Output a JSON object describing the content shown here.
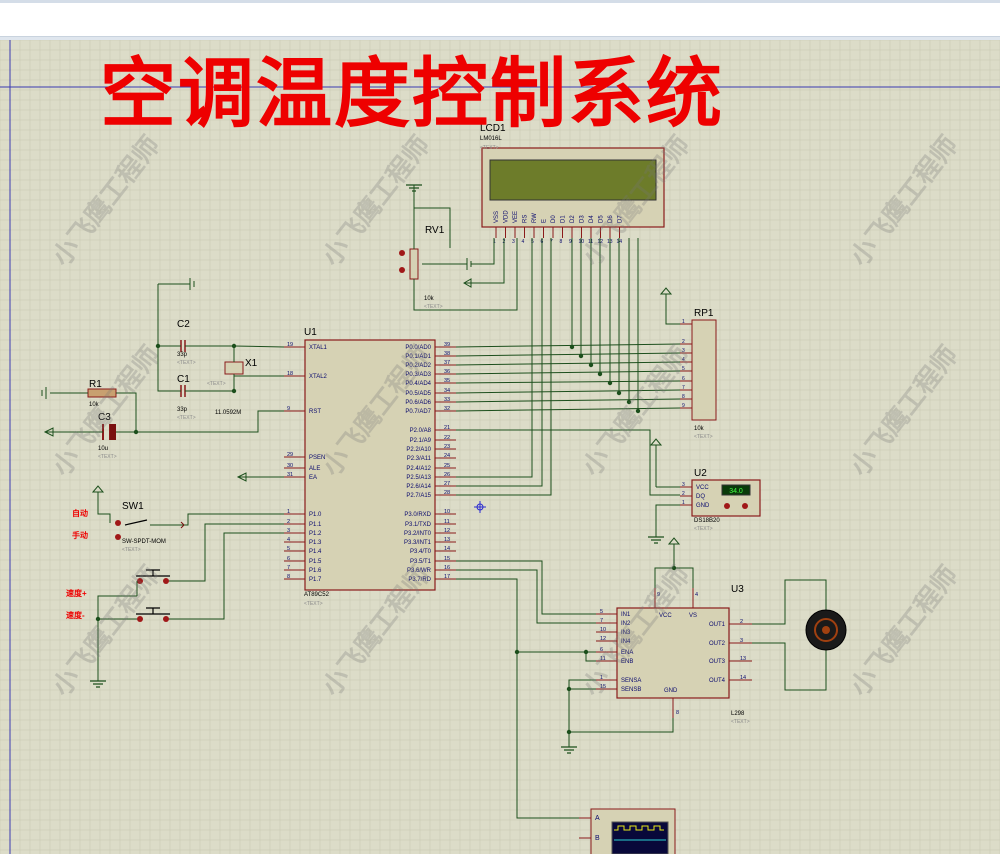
{
  "title": "空调温度控制系统",
  "watermark": "小飞鹰工程师",
  "text_placeholder": "<TEXT>",
  "components": {
    "lcd": {
      "ref": "LCD1",
      "part": "LM016L",
      "pins": [
        "VSS",
        "VDD",
        "VEE",
        "RS",
        "RW",
        "E",
        "D0",
        "D1",
        "D2",
        "D3",
        "D4",
        "D5",
        "D6",
        "D7"
      ],
      "pin_numbers": [
        "1",
        "2",
        "3",
        "4",
        "5",
        "6",
        "7",
        "8",
        "9",
        "10",
        "11",
        "12",
        "13",
        "14"
      ]
    },
    "rv1": {
      "ref": "RV1",
      "value": "10k"
    },
    "rp1": {
      "ref": "RP1",
      "value": "10k",
      "pin_numbers": [
        "1",
        "2",
        "3",
        "4",
        "5",
        "6",
        "7",
        "8",
        "9"
      ]
    },
    "u1": {
      "ref": "U1",
      "part": "AT89C52",
      "left_pins": [
        {
          "num": "19",
          "name": "XTAL1"
        },
        {
          "num": "18",
          "name": "XTAL2"
        },
        {
          "num": "9",
          "name": "RST"
        },
        {
          "num": "29",
          "name": "PSEN"
        },
        {
          "num": "30",
          "name": "ALE"
        },
        {
          "num": "31",
          "name": "EA"
        },
        {
          "num": "1",
          "name": "P1.0"
        },
        {
          "num": "2",
          "name": "P1.1"
        },
        {
          "num": "3",
          "name": "P1.2"
        },
        {
          "num": "4",
          "name": "P1.3"
        },
        {
          "num": "5",
          "name": "P1.4"
        },
        {
          "num": "6",
          "name": "P1.5"
        },
        {
          "num": "7",
          "name": "P1.6"
        },
        {
          "num": "8",
          "name": "P1.7"
        }
      ],
      "right_pins": [
        {
          "num": "39",
          "name": "P0.0/AD0"
        },
        {
          "num": "38",
          "name": "P0.1/AD1"
        },
        {
          "num": "37",
          "name": "P0.2/AD2"
        },
        {
          "num": "36",
          "name": "P0.3/AD3"
        },
        {
          "num": "35",
          "name": "P0.4/AD4"
        },
        {
          "num": "34",
          "name": "P0.5/AD5"
        },
        {
          "num": "33",
          "name": "P0.6/AD6"
        },
        {
          "num": "32",
          "name": "P0.7/AD7"
        },
        {
          "num": "21",
          "name": "P2.0/A8"
        },
        {
          "num": "22",
          "name": "P2.1/A9"
        },
        {
          "num": "23",
          "name": "P2.2/A10"
        },
        {
          "num": "24",
          "name": "P2.3/A11"
        },
        {
          "num": "25",
          "name": "P2.4/A12"
        },
        {
          "num": "26",
          "name": "P2.5/A13"
        },
        {
          "num": "27",
          "name": "P2.6/A14"
        },
        {
          "num": "28",
          "name": "P2.7/A15"
        },
        {
          "num": "10",
          "name": "P3.0/RXD"
        },
        {
          "num": "11",
          "name": "P3.1/TXD"
        },
        {
          "num": "12",
          "name": "P3.2/INT0"
        },
        {
          "num": "13",
          "name": "P3.3/INT1"
        },
        {
          "num": "14",
          "name": "P3.4/T0"
        },
        {
          "num": "15",
          "name": "P3.5/T1"
        },
        {
          "num": "16",
          "name": "P3.6/WR"
        },
        {
          "num": "17",
          "name": "P3.7/RD"
        }
      ]
    },
    "c1": {
      "ref": "C1",
      "value": "33p"
    },
    "c2": {
      "ref": "C2",
      "value": "33p"
    },
    "c3": {
      "ref": "C3",
      "value": "10u"
    },
    "r1": {
      "ref": "R1",
      "value": "10k"
    },
    "x1": {
      "ref": "X1",
      "value": "11.0592M"
    },
    "u2": {
      "ref": "U2",
      "part": "DS18B20",
      "pins": [
        {
          "num": "3",
          "name": "VCC"
        },
        {
          "num": "2",
          "name": "DQ"
        },
        {
          "num": "1",
          "name": "GND"
        }
      ],
      "reading": "34.0"
    },
    "sw1": {
      "ref": "SW1",
      "part": "SW-SPDT-MOM",
      "auto_label": "自动",
      "manual_label": "手动"
    },
    "speed_up_label": "速度+",
    "speed_down_label": "速度-",
    "u3": {
      "ref": "U3",
      "part": "L298",
      "left_pins": [
        {
          "num": "5",
          "name": "IN1"
        },
        {
          "num": "7",
          "name": "IN2"
        },
        {
          "num": "10",
          "name": "IN3"
        },
        {
          "num": "12",
          "name": "IN4"
        },
        {
          "num": "6",
          "name": "ENA"
        },
        {
          "num": "11",
          "name": "ENB"
        },
        {
          "num": "1",
          "name": "SENSA"
        },
        {
          "num": "15",
          "name": "SENSB"
        }
      ],
      "right_pins": [
        {
          "num": "2",
          "name": "OUT1"
        },
        {
          "num": "3",
          "name": "OUT2"
        },
        {
          "num": "13",
          "name": "OUT3"
        },
        {
          "num": "14",
          "name": "OUT4"
        }
      ],
      "top_pins": [
        {
          "num": "9",
          "name": "VCC"
        },
        {
          "num": "4",
          "name": "VS"
        }
      ],
      "bottom_pin": {
        "num": "8",
        "name": "GND"
      }
    },
    "scope": {
      "channels": [
        "A",
        "B"
      ]
    }
  },
  "colors": {
    "background": "#dcdcc8",
    "grid": "#c7c7b0",
    "wire": "#1c4f1c",
    "body_fill": "#d6d2b4",
    "body_stroke": "#8a1a1a",
    "pin_text": "#0a0a6e",
    "label_red": "#ee0000",
    "ref_text": "#000000",
    "placeholder_text": "#8a8a8a",
    "lcd_screen": "#6d7c2a"
  }
}
